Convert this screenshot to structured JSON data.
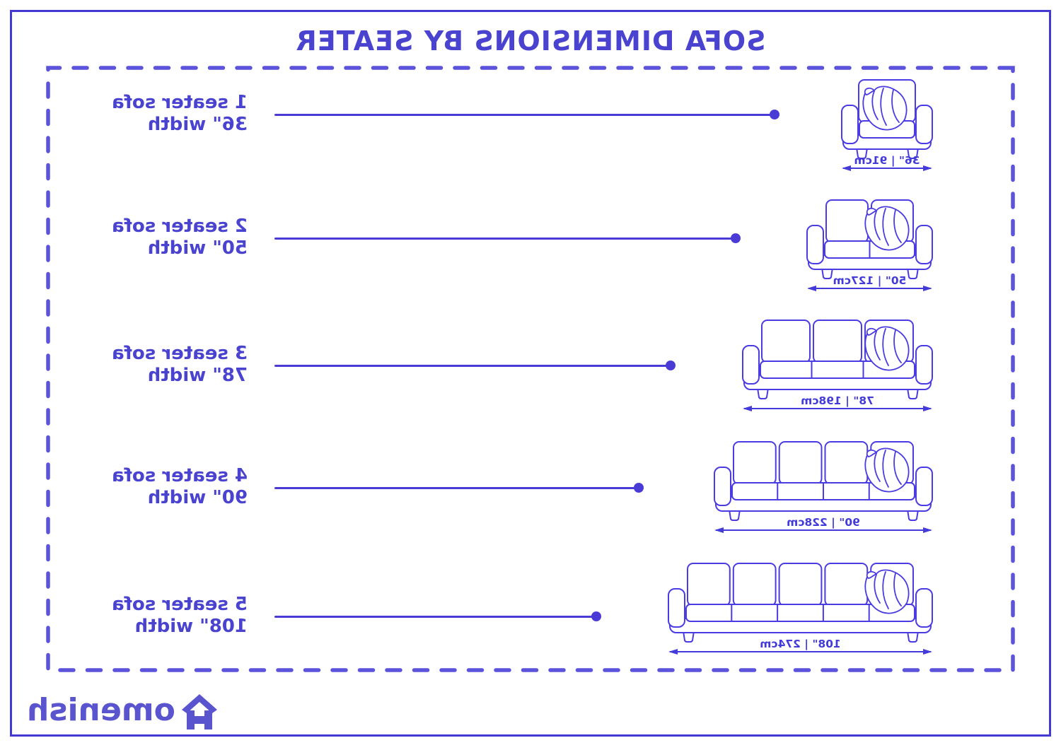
{
  "title": "SOFA DIMENSIONS BY SEATER",
  "rows": [
    {
      "name": "1 seater sofa",
      "width_label": "36\" width",
      "dimension": "36\" | 91cm",
      "seats": 1
    },
    {
      "name": "2 seater sofa",
      "width_label": "50\" width",
      "dimension": "50\" | 127cm",
      "seats": 2
    },
    {
      "name": "3 seater sofa",
      "width_label": "78\" width",
      "dimension": "78\" | 198cm",
      "seats": 3
    },
    {
      "name": "4 seater sofa",
      "width_label": "90\" width",
      "dimension": "90\" | 228cm",
      "seats": 4
    },
    {
      "name": "5 seater sofa",
      "width_label": "108\" width",
      "dimension": "108\" | 274cm",
      "seats": 5
    }
  ],
  "logo": {
    "brand": "Homenish",
    "wordmark_text": "omenish",
    "icon": "house-icon"
  },
  "colors": {
    "accent_text": "#4A43D0",
    "dashes": "#5B53DC",
    "connector": "#4A3BD6",
    "sofa_stroke": "#4B3BE2",
    "dimension_text": "#433BD9",
    "border": "#423AD2",
    "logo": "#5A54CF",
    "background": "#FFFFFF"
  }
}
